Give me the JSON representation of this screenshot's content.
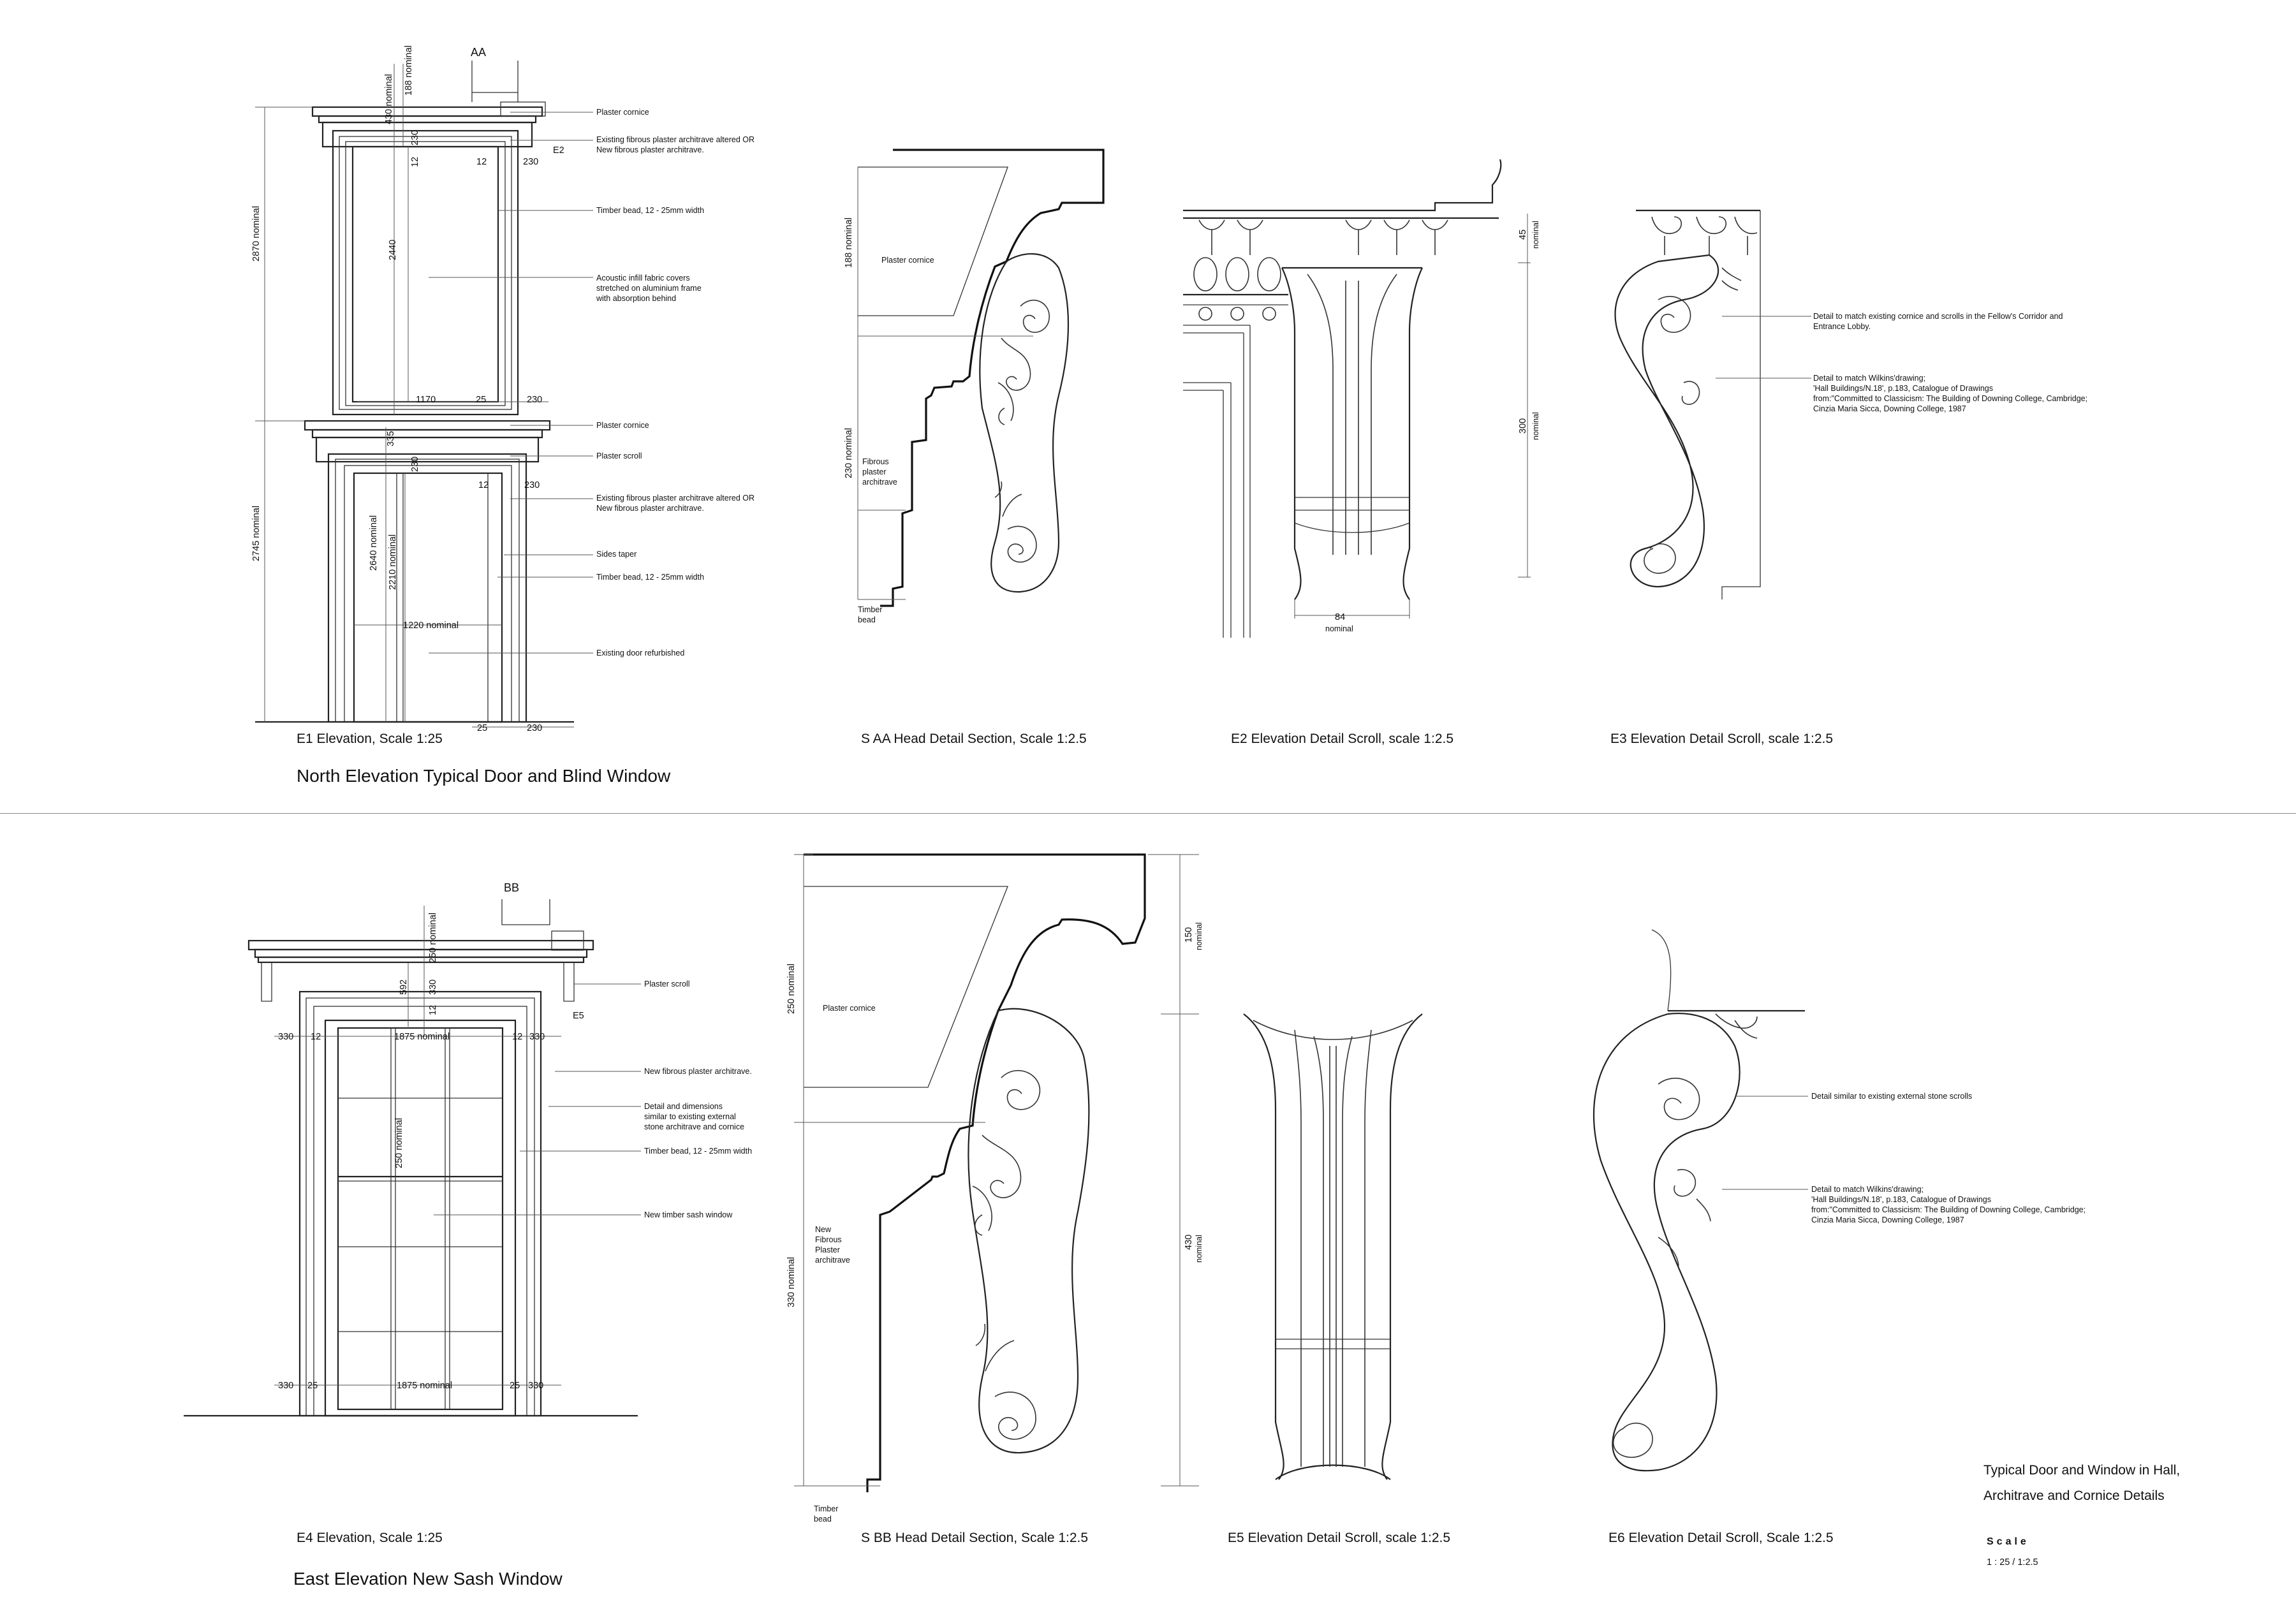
{
  "sheet": {
    "title_line1": "Typical Door and Window in Hall,",
    "title_line2": "Architrave and Cornice Details",
    "scale_label": "Scale",
    "scale_value": "1 : 25 / 1:2.5"
  },
  "top_row": {
    "heading": "North Elevation Typical Door and Blind Window",
    "captions": {
      "e1": "E1 Elevation, Scale 1:25",
      "saa": "S AA Head Detail Section, Scale 1:2.5",
      "e2": "E2 Elevation Detail Scroll, scale 1:2.5",
      "e3": "E3 Elevation Detail Scroll, scale 1:2.5"
    },
    "markers": {
      "section": "AA",
      "detail": "E2"
    },
    "e1_notes": [
      "Plaster cornice",
      "Existing fibrous plaster architrave altered OR",
      "New fibrous plaster architrave.",
      "Timber bead, 12 - 25mm width",
      "Acoustic infill fabric covers",
      "stretched on aluminium frame",
      "with absorption behind",
      "Plaster cornice",
      "Plaster scroll",
      "Existing fibrous plaster architrave altered OR",
      "New fibrous plaster architrave.",
      "Sides taper",
      "Timber bead, 12 - 25mm width",
      "Existing door refurbished"
    ],
    "e1_dims": {
      "d430": "430 nominal",
      "d188": "188 nominal",
      "d230a": "230",
      "d12a": "12",
      "d12b": "12",
      "d230b": "230",
      "d2870": "2870 nominal",
      "d2440": "2440",
      "d1170": "1170",
      "d25a": "25",
      "d230c": "230",
      "d335": "335",
      "d230d": "230",
      "d12c": "12",
      "d230e": "230",
      "d2745": "2745 nominal",
      "d2640": "2640 nominal",
      "d2210": "2210 nominal",
      "d1220": "1220 nominal",
      "d25b": "25",
      "d230f": "230"
    },
    "saa": {
      "d188": "188 nominal",
      "d230": "230 nominal",
      "plaster_cornice": "Plaster cornice",
      "fibrous_1": "Fibrous",
      "fibrous_2": "plaster",
      "fibrous_3": "architrave",
      "timber_1": "Timber",
      "timber_2": "bead"
    },
    "e2": {
      "d45": "45",
      "d45n": "nominal",
      "d300": "300",
      "d300n": "nominal",
      "d84": "84",
      "d84n": "nominal"
    },
    "e3_notes": [
      "Detail to match existing cornice and scrolls in the Fellow's Corridor and",
      "Entrance Lobby.",
      "Detail to match Wilkins'drawing;",
      "'Hall Buildings/N.18', p.183, Catalogue of Drawings",
      "from:\"Committed to Classicism: The Building of Downing College, Cambridge;",
      "Cinzia Maria Sicca, Downing College, 1987"
    ]
  },
  "bottom_row": {
    "heading": "East Elevation New Sash Window",
    "captions": {
      "e4": "E4 Elevation, Scale 1:25",
      "sbb": "S BB Head Detail Section, Scale 1:2.5",
      "e5": "E5 Elevation Detail Scroll, scale 1:2.5",
      "e6": "E6 Elevation Detail Scroll, Scale 1:2.5"
    },
    "markers": {
      "section": "BB",
      "detail": "E5"
    },
    "e4_notes": [
      "Plaster scroll",
      "New fibrous plaster architrave.",
      "Detail and dimensions",
      "similar to existing external",
      "stone architrave and cornice",
      "Timber bead, 12 - 25mm width",
      "New timber sash window"
    ],
    "e4_dims": {
      "d250a": "250 nominal",
      "d592": "592",
      "d330a": "330",
      "d12a": "12",
      "d330b": "330",
      "d12b": "12",
      "d1875a": "1875 nominal",
      "d12c": "12",
      "d330c": "330",
      "d250b": "250 nominal",
      "d330d": "330",
      "d25a": "25",
      "d1875b": "1875 nominal",
      "d25b": "25",
      "d330e": "330"
    },
    "sbb": {
      "d250": "250 nominal",
      "d330": "330 nominal",
      "plaster_cornice": "Plaster cornice",
      "fib_1": "New",
      "fib_2": "Fibrous",
      "fib_3": "Plaster",
      "fib_4": "architrave",
      "timber_1": "Timber",
      "timber_2": "bead",
      "d150": "150",
      "d150n": "nominal",
      "d430": "430",
      "d430n": "nominal"
    },
    "e6_notes": [
      "Detail similar to existing external stone scrolls",
      "Detail to match Wilkins'drawing;",
      "'Hall Buildings/N.18', p.183, Catalogue of Drawings",
      "from:\"Committed to Classicism: The Building of Downing College, Cambridge;",
      "Cinzia Maria Sicca, Downing College, 1987"
    ]
  }
}
